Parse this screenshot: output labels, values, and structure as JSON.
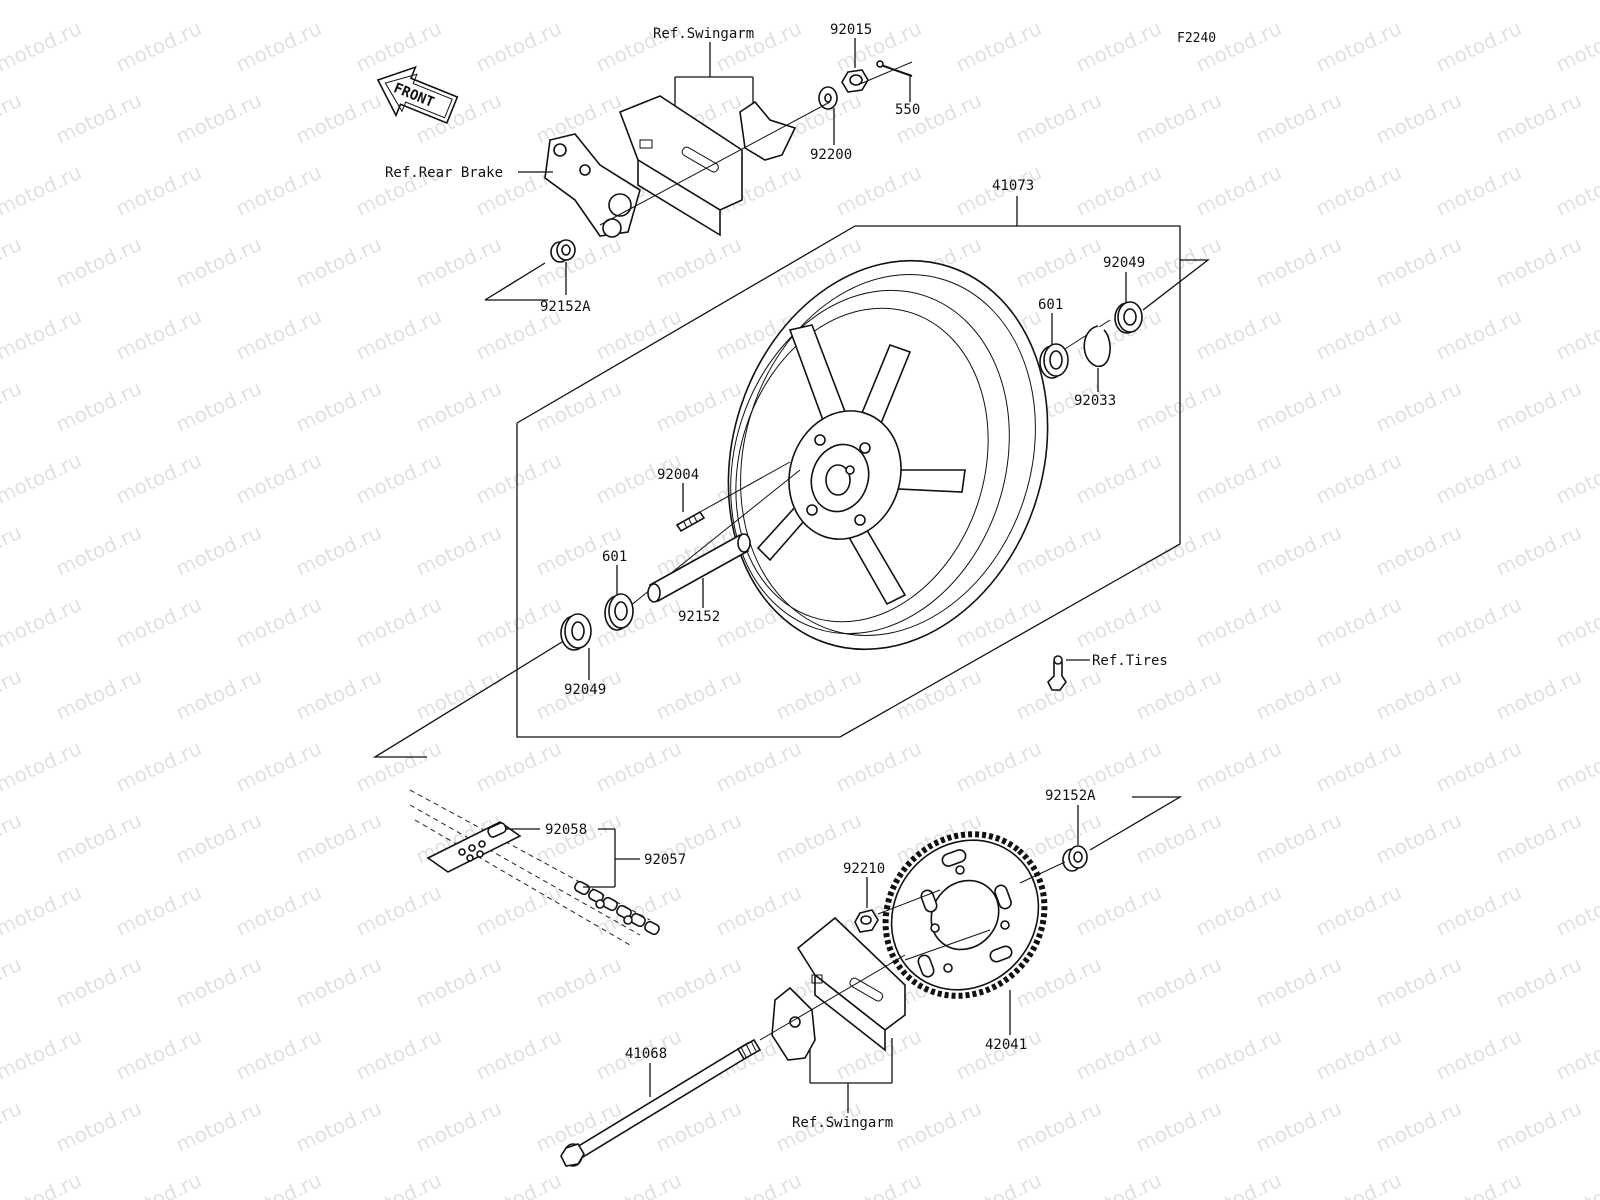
{
  "figure_code": "F2240",
  "front_badge": "FRONT",
  "watermark": "motod.ru",
  "labels": {
    "ref_swingarm_top": "Ref.Swingarm",
    "ref_rear_brake": "Ref.Rear Brake",
    "p92015": "92015",
    "p550": "550",
    "p92200": "92200",
    "p92152A_top": "92152A",
    "p41073": "41073",
    "p92049_right": "92049",
    "p601_right": "601",
    "p92033": "92033",
    "p92004": "92004",
    "p601_left": "601",
    "p92152": "92152",
    "p92049_left": "92049",
    "ref_tires": "Ref.Tires",
    "p92058": "92058",
    "p92057": "92057",
    "p92152A_bottom": "92152A",
    "p92210": "92210",
    "p42041": "42041",
    "p41068": "41068",
    "ref_swingarm_bottom": "Ref.Swingarm"
  },
  "icons": [
    "front-arrow-icon"
  ],
  "colors": {
    "line": "#111111",
    "background": "#ffffff",
    "watermark": "#c8c8c8"
  }
}
